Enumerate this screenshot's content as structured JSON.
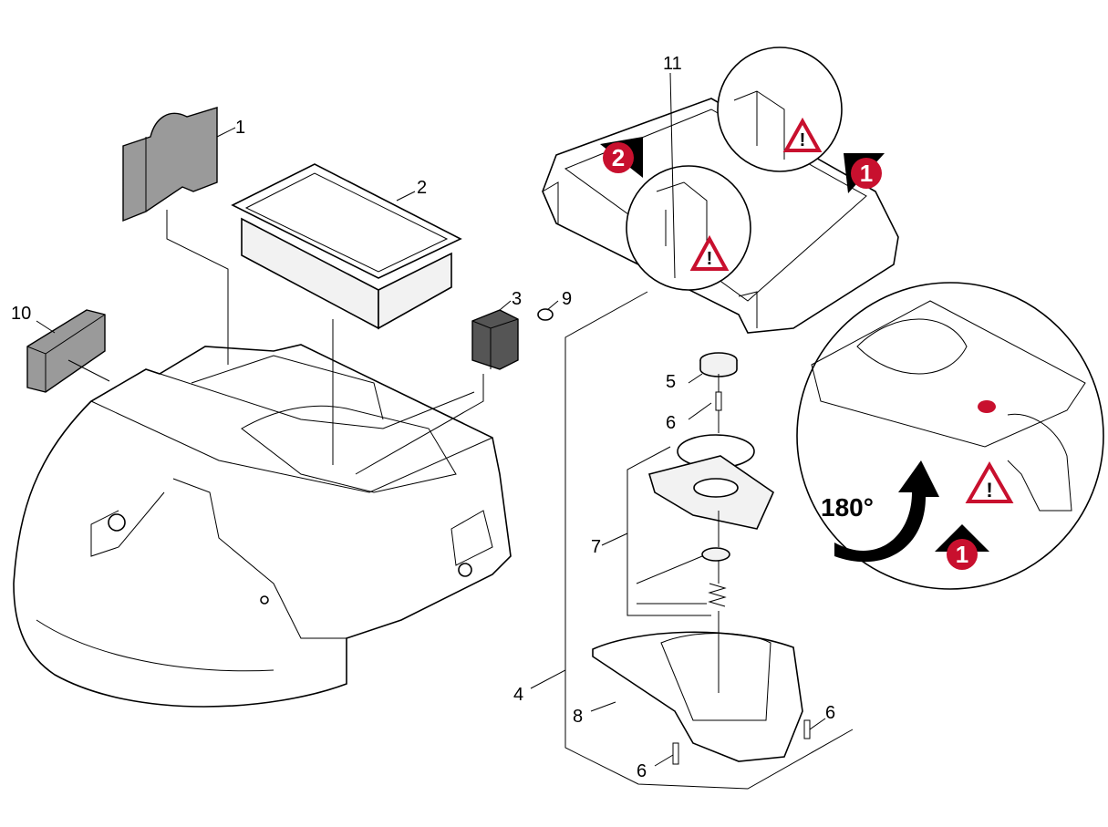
{
  "labels": {
    "p1": "1",
    "p2": "2",
    "p3": "3",
    "p4": "4",
    "p5": "5",
    "p6a": "6",
    "p6b": "6",
    "p6c": "6",
    "p7": "7",
    "p8": "8",
    "p9": "9",
    "p10": "10",
    "p11": "11"
  },
  "rotation_text": "180°",
  "steps": {
    "one": "1",
    "two": "2"
  },
  "warning_glyph": "!",
  "colors": {
    "accent_red": "#c8102e",
    "line": "#000000",
    "part_fill": "#f2f2f2",
    "dark_part": "#555555"
  },
  "icons": [
    "warning-triangle-icon",
    "rotate-arrow-icon",
    "up-arrow-icon",
    "hand-icon"
  ]
}
